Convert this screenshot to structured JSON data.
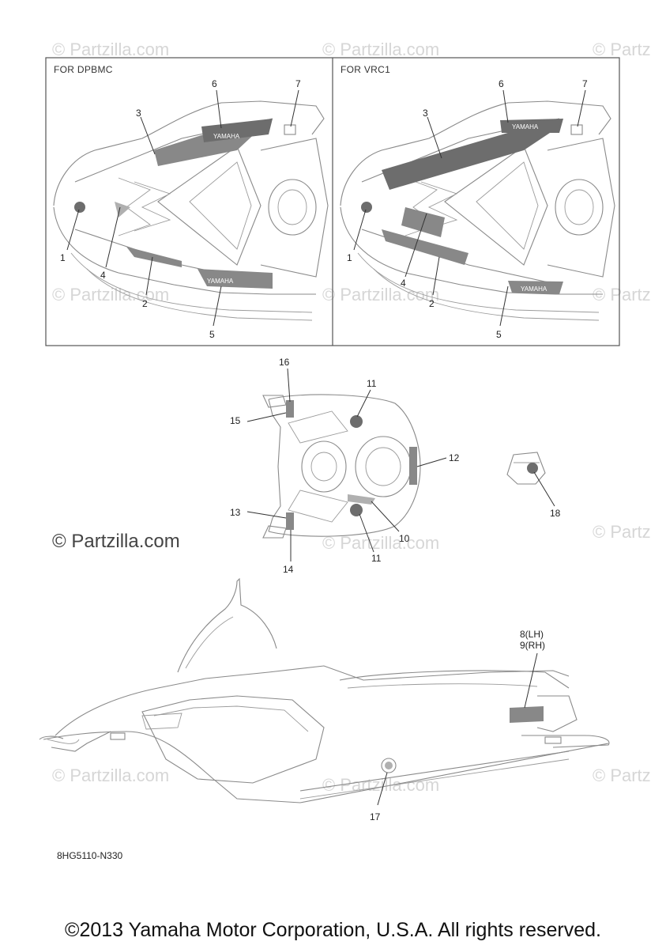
{
  "watermarks": {
    "text": "© Partzilla.com",
    "text_cut": "© Partz",
    "big": "© Partzilla.com"
  },
  "panels": [
    {
      "title": "FOR DPBMC",
      "callouts": [
        "1",
        "2",
        "3",
        "4",
        "5",
        "6",
        "7"
      ]
    },
    {
      "title": "FOR VRC1",
      "callouts": [
        "1",
        "2",
        "3",
        "4",
        "5",
        "6",
        "7"
      ]
    }
  ],
  "decal_text": {
    "brand": "YAMAHA"
  },
  "top_view_callouts": [
    "10",
    "11",
    "11",
    "12",
    "13",
    "14",
    "15",
    "16"
  ],
  "part18": "18",
  "side_view_callouts": {
    "c8": "8(LH)",
    "c9": "9(RH)",
    "c17": "17"
  },
  "diagram_code": "8HG5110-N330",
  "copyright": "©2013 Yamaha Motor Corporation, U.S.A. All rights reserved."
}
